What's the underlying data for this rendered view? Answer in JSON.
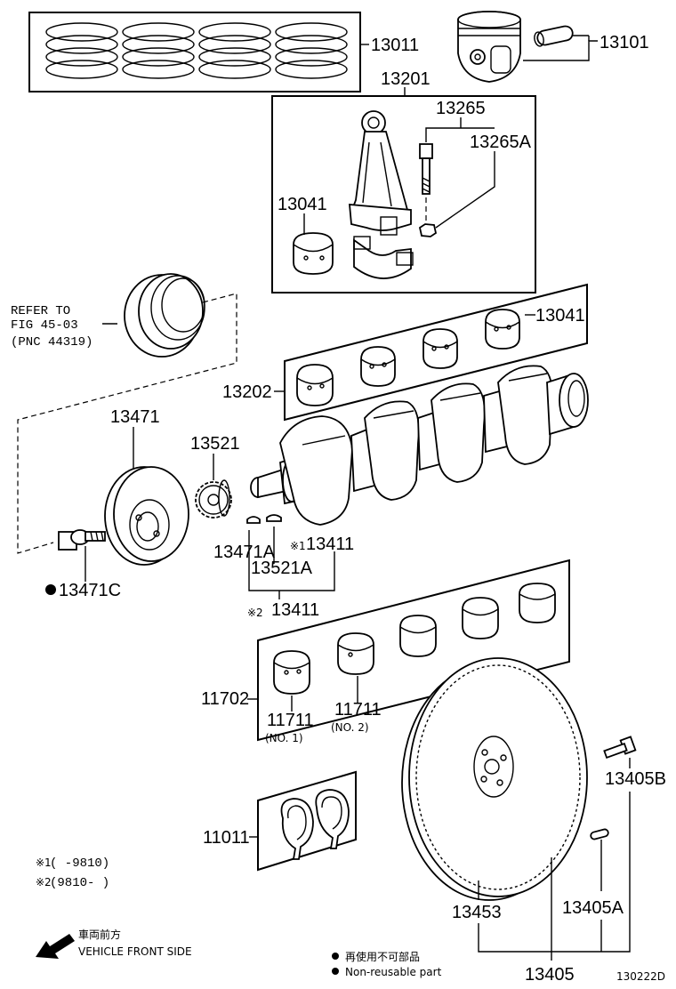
{
  "labels": {
    "p13011": "13011",
    "p13101": "13101",
    "p13201": "13201",
    "p13265": "13265",
    "p13265A": "13265A",
    "p13041_rod": "13041",
    "p13041_main": "13041",
    "p13202": "13202",
    "p13471": "13471",
    "p13521": "13521",
    "p13471A": "13471A",
    "p13411_1": "13411",
    "p13521A": "13521A",
    "p13411_2": "13411",
    "p13471C": "13471C",
    "p11702": "11702",
    "p11711_1": "11711",
    "p11711_1_sub": "(NO. 1)",
    "p11711_2": "11711",
    "p11711_2_sub": "(NO. 2)",
    "p11011": "11011",
    "p13405B": "13405B",
    "p13453": "13453",
    "p13405A": "13405A",
    "p13405": "13405"
  },
  "marks": {
    "note1": "※1",
    "note2": "※2"
  },
  "refer": {
    "line1": "REFER TO",
    "line2": "FIG 45-03",
    "line3": "(PNC 44319)"
  },
  "notes": {
    "n1_mark": "※1",
    "n1_range": "(      -9810)",
    "n2_mark": "※2",
    "n2_range": "(9810-       )"
  },
  "direction": {
    "jp": "車両前方",
    "en": "VEHICLE FRONT SIDE"
  },
  "legend": {
    "jp": "再使用不可部品",
    "en": "Non-reusable part"
  },
  "figure_code": "130222D"
}
